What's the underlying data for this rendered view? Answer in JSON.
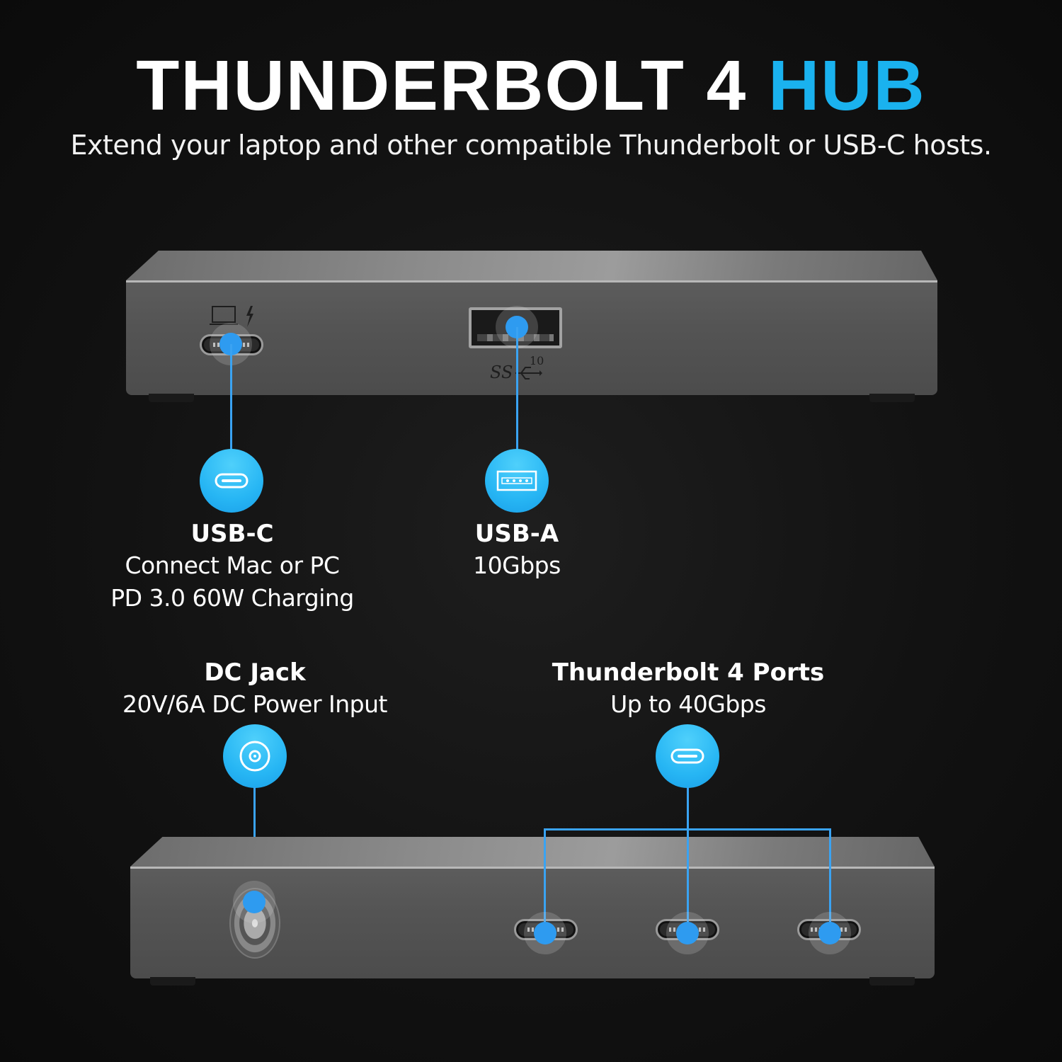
{
  "header": {
    "title_main": "THUNDERBOLT 4",
    "title_accent": "HUB",
    "subtitle": "Extend your laptop and other compatible Thunderbolt or USB-C hosts."
  },
  "colors": {
    "accent": "#1ab2ef",
    "callout_line": "#3aa3f2",
    "background": "#121212"
  },
  "front_device": {
    "port_markings": {
      "usb_a_logo": "SS",
      "usb_a_speed": "10"
    }
  },
  "callouts": [
    {
      "id": "usb-c",
      "icon": "usb-c-port-icon",
      "title": "USB-C",
      "lines": [
        "Connect Mac or PC",
        "PD 3.0 60W Charging"
      ]
    },
    {
      "id": "usb-a",
      "icon": "usb-a-port-icon",
      "title": "USB-A",
      "lines": [
        "10Gbps"
      ]
    },
    {
      "id": "dc-jack",
      "icon": "dc-power-icon",
      "title": "DC Jack",
      "lines": [
        "20V/6A DC Power Input"
      ]
    },
    {
      "id": "thunderbolt-4",
      "icon": "usb-c-port-icon",
      "title": "Thunderbolt 4 Ports",
      "lines": [
        "Up to 40Gbps"
      ]
    }
  ]
}
